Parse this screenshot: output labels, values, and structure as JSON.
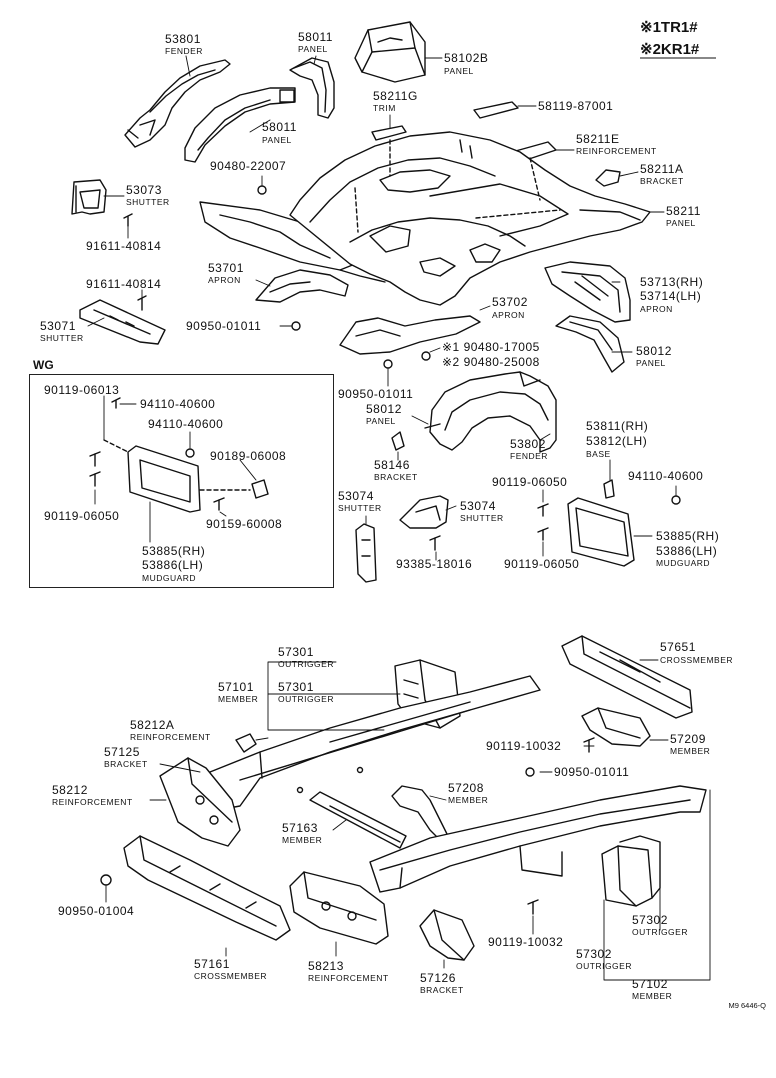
{
  "legend": {
    "line1": "※1TR1#",
    "line2": "※2KR1#"
  },
  "group_label": "WG",
  "diagram_code": "M9 6446-Q",
  "parts": [
    {
      "id": "p1",
      "number": "53801",
      "name": "FENDER"
    },
    {
      "id": "p2",
      "number": "58011",
      "name": "PANEL"
    },
    {
      "id": "p3",
      "number": "58102B",
      "name": "PANEL"
    },
    {
      "id": "p4",
      "number": "58211G",
      "name": "TRIM"
    },
    {
      "id": "p5",
      "number": "58119-87001",
      "name": ""
    },
    {
      "id": "p6",
      "number": "58011",
      "name": "PANEL"
    },
    {
      "id": "p7",
      "number": "58211E",
      "name": "REINFORCEMENT"
    },
    {
      "id": "p8",
      "number": "90480-22007",
      "name": ""
    },
    {
      "id": "p9",
      "number": "58211A",
      "name": "BRACKET"
    },
    {
      "id": "p10",
      "number": "53073",
      "name": "SHUTTER"
    },
    {
      "id": "p11",
      "number": "58211",
      "name": "PANEL"
    },
    {
      "id": "p12",
      "number": "91611-40814",
      "name": ""
    },
    {
      "id": "p13",
      "number": "53701",
      "name": "APRON"
    },
    {
      "id": "p14",
      "number": "53713(RH)",
      "name": ""
    },
    {
      "id": "p15",
      "number": "53714(LH)",
      "name": "APRON"
    },
    {
      "id": "p16",
      "number": "91611-40814",
      "name": ""
    },
    {
      "id": "p17",
      "number": "53702",
      "name": "APRON"
    },
    {
      "id": "p18",
      "number": "53071",
      "name": "SHUTTER"
    },
    {
      "id": "p19",
      "number": "90950-01011",
      "name": ""
    },
    {
      "id": "p20",
      "number": "※1 90480-17005",
      "name": ""
    },
    {
      "id": "p21",
      "number": "※2 90480-25008",
      "name": ""
    },
    {
      "id": "p22",
      "number": "58012",
      "name": "PANEL"
    },
    {
      "id": "p23",
      "number": "90950-01011",
      "name": ""
    },
    {
      "id": "p24",
      "number": "58012",
      "name": "PANEL"
    },
    {
      "id": "p25",
      "number": "53802",
      "name": "FENDER"
    },
    {
      "id": "p26",
      "number": "53811(RH)",
      "name": ""
    },
    {
      "id": "p27",
      "number": "53812(LH)",
      "name": "BASE"
    },
    {
      "id": "p28",
      "number": "58146",
      "name": "BRACKET"
    },
    {
      "id": "p29",
      "number": "94110-40600",
      "name": ""
    },
    {
      "id": "p30",
      "number": "90119-06050",
      "name": ""
    },
    {
      "id": "p31",
      "number": "53074",
      "name": "SHUTTER"
    },
    {
      "id": "p32",
      "number": "53074",
      "name": "SHUTTER"
    },
    {
      "id": "p33",
      "number": "53885(RH)",
      "name": ""
    },
    {
      "id": "p34",
      "number": "53886(LH)",
      "name": "MUDGUARD"
    },
    {
      "id": "p35",
      "number": "93385-18016",
      "name": ""
    },
    {
      "id": "p36",
      "number": "90119-06050",
      "name": ""
    },
    {
      "id": "w1",
      "number": "90119-06013",
      "name": ""
    },
    {
      "id": "w2",
      "number": "94110-40600",
      "name": ""
    },
    {
      "id": "w3",
      "number": "94110-40600",
      "name": ""
    },
    {
      "id": "w4",
      "number": "90189-06008",
      "name": ""
    },
    {
      "id": "w5",
      "number": "90119-06050",
      "name": ""
    },
    {
      "id": "w6",
      "number": "90159-60008",
      "name": ""
    },
    {
      "id": "w7",
      "number": "53885(RH)",
      "name": ""
    },
    {
      "id": "w8",
      "number": "53886(LH)",
      "name": "MUDGUARD"
    },
    {
      "id": "f1",
      "number": "57301",
      "name": "OUTRIGGER"
    },
    {
      "id": "f2",
      "number": "57651",
      "name": "CROSSMEMBER"
    },
    {
      "id": "f3",
      "number": "57101",
      "name": "MEMBER"
    },
    {
      "id": "f4",
      "number": "57301",
      "name": "OUTRIGGER"
    },
    {
      "id": "f5",
      "number": "58212A",
      "name": "REINFORCEMENT"
    },
    {
      "id": "f6",
      "number": "57125",
      "name": "BRACKET"
    },
    {
      "id": "f7",
      "number": "90119-10032",
      "name": ""
    },
    {
      "id": "f8",
      "number": "57209",
      "name": "MEMBER"
    },
    {
      "id": "f9",
      "number": "58212",
      "name": "REINFORCEMENT"
    },
    {
      "id": "f10",
      "number": "90950-01011",
      "name": ""
    },
    {
      "id": "f11",
      "number": "57208",
      "name": "MEMBER"
    },
    {
      "id": "f12",
      "number": "57163",
      "name": "MEMBER"
    },
    {
      "id": "f13",
      "number": "90950-01004",
      "name": ""
    },
    {
      "id": "f14",
      "number": "90119-10032",
      "name": ""
    },
    {
      "id": "f15",
      "number": "57302",
      "name": "OUTRIGGER"
    },
    {
      "id": "f16",
      "number": "57302",
      "name": "OUTRIGGER"
    },
    {
      "id": "f17",
      "number": "57161",
      "name": "CROSSMEMBER"
    },
    {
      "id": "f18",
      "number": "58213",
      "name": "REINFORCEMENT"
    },
    {
      "id": "f19",
      "number": "57126",
      "name": "BRACKET"
    },
    {
      "id": "f20",
      "number": "57102",
      "name": "MEMBER"
    }
  ]
}
